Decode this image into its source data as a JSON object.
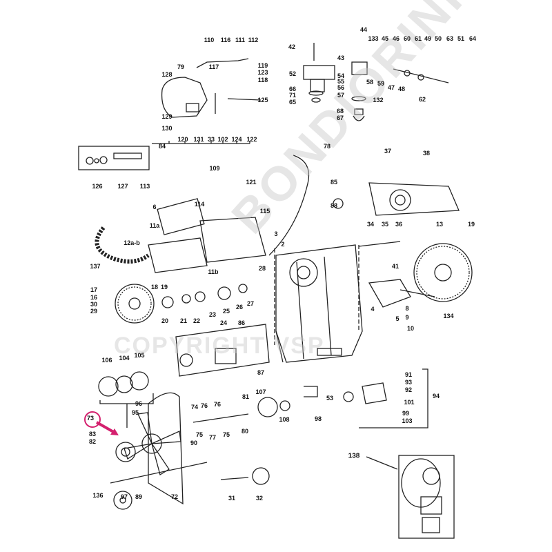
{
  "diagram": {
    "title_visible": false,
    "highlighted_part": "73",
    "highlight_color": "#d4206e",
    "watermark": [
      "COPYRIGHT VSP",
      "BONDIORINI"
    ],
    "part_labels": [
      "110",
      "116",
      "111",
      "112",
      "117",
      "119",
      "123",
      "118",
      "79",
      "128",
      "125",
      "129",
      "130",
      "120",
      "131",
      "33",
      "102",
      "124",
      "122",
      "84",
      "126",
      "127",
      "113",
      "44",
      "133",
      "45",
      "46",
      "60",
      "61",
      "49",
      "50",
      "63",
      "51",
      "64",
      "42",
      "43",
      "52",
      "54",
      "55",
      "56",
      "57",
      "58",
      "59",
      "47",
      "48",
      "62",
      "66",
      "71",
      "65",
      "132",
      "68",
      "67",
      "78",
      "37",
      "38",
      "109",
      "121",
      "85",
      "6",
      "114",
      "115",
      "88",
      "11a",
      "34",
      "35",
      "36",
      "13",
      "19",
      "3",
      "2",
      "12a-b",
      "137",
      "11b",
      "28",
      "41",
      "17",
      "18",
      "19",
      "16",
      "30",
      "29",
      "20",
      "21",
      "22",
      "23",
      "24",
      "25",
      "26",
      "27",
      "4",
      "8",
      "9",
      "5",
      "10",
      "134",
      "86",
      "106",
      "104",
      "105",
      "87",
      "91",
      "93",
      "92",
      "101",
      "94",
      "53",
      "99",
      "103",
      "98",
      "96",
      "95",
      "74",
      "76",
      "76",
      "81",
      "107",
      "108",
      "73",
      "83",
      "82",
      "75",
      "77",
      "75",
      "80",
      "90",
      "138",
      "136",
      "97",
      "89",
      "72",
      "31",
      "32"
    ]
  }
}
